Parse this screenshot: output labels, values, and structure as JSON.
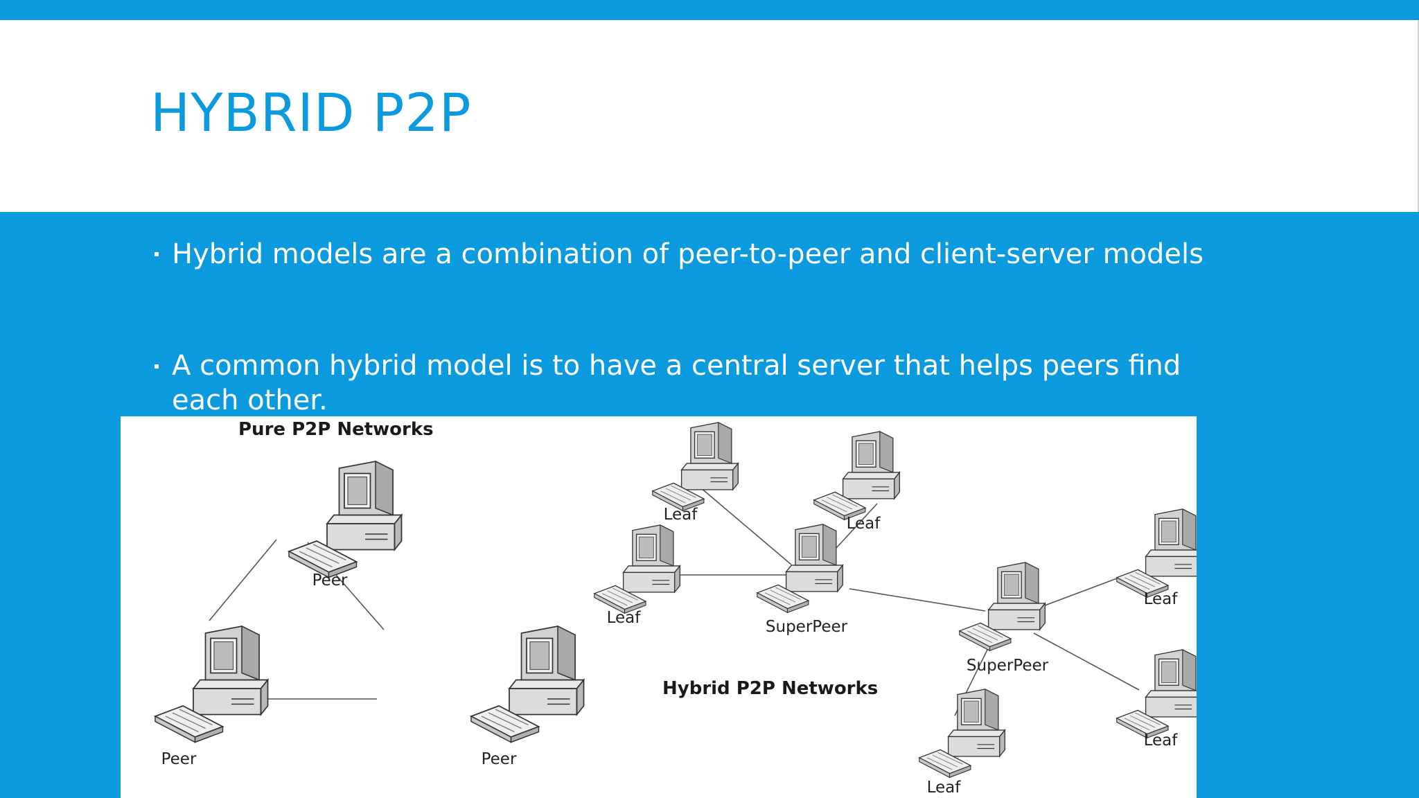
{
  "slide": {
    "title": "HYBRID P2P",
    "bullets": [
      "Hybrid models are a combination of peer-to-peer and client-server models",
      "A common hybrid model is to have a central server that helps peers find each other."
    ],
    "accent_color": "#0b9ade",
    "background_color": "#ffffff"
  },
  "diagram": {
    "pure_title": "Pure P2P Networks",
    "hybrid_title": "Hybrid P2P Networks",
    "pure_nodes": [
      "Peer",
      "Peer",
      "Peer"
    ],
    "hybrid_nodes": [
      "Leaf",
      "Leaf",
      "Leaf",
      "SuperPeer",
      "SuperPeer",
      "Leaf",
      "Leaf",
      "Leaf"
    ],
    "node_icon": "desktop-computer-icon"
  }
}
